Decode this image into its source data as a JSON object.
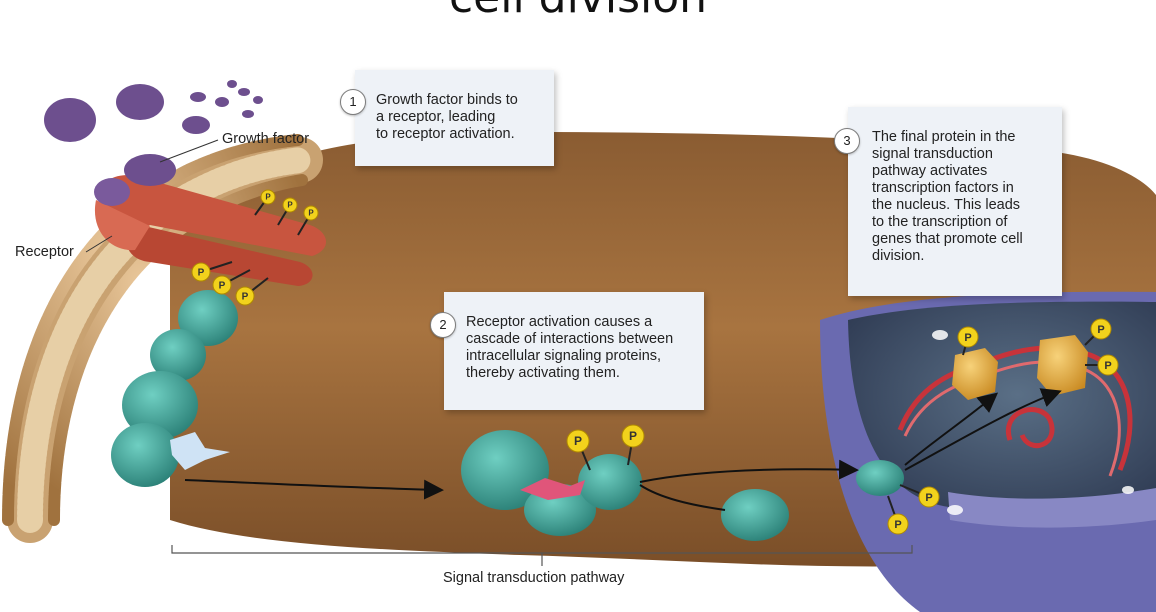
{
  "title": "cell division",
  "labels": {
    "growth_factor": "Growth factor",
    "receptor": "Receptor",
    "pathway": "Signal transduction pathway"
  },
  "steps": [
    {
      "number": "1",
      "text": "Growth factor binds to\na receptor, leading\nto receptor activation."
    },
    {
      "number": "2",
      "text": "Receptor activation causes a\ncascade of interactions between\nintracellular signaling proteins,\nthereby activating them."
    },
    {
      "number": "3",
      "text": "The final protein in the\nsignal transduction\npathway activates\ntranscription factors in\nthe nucleus. This leads\nto the transcription of\ngenes that promote cell\ndivision."
    }
  ],
  "phosphate_label": "P",
  "colors": {
    "cytoplasm": "#9a6a3a",
    "receptor": "#c8553f",
    "growth_factor": "#6d4f8e",
    "signaling_protein": "#3e9e93",
    "nucleus_envelope": "#6a6ab0",
    "nucleoplasm": "#3f4f66",
    "transcription_factor": "#e6a838",
    "dna": "#c8333a",
    "phosphate": "#f2d21c",
    "callout_bg": "#eef2f7"
  }
}
